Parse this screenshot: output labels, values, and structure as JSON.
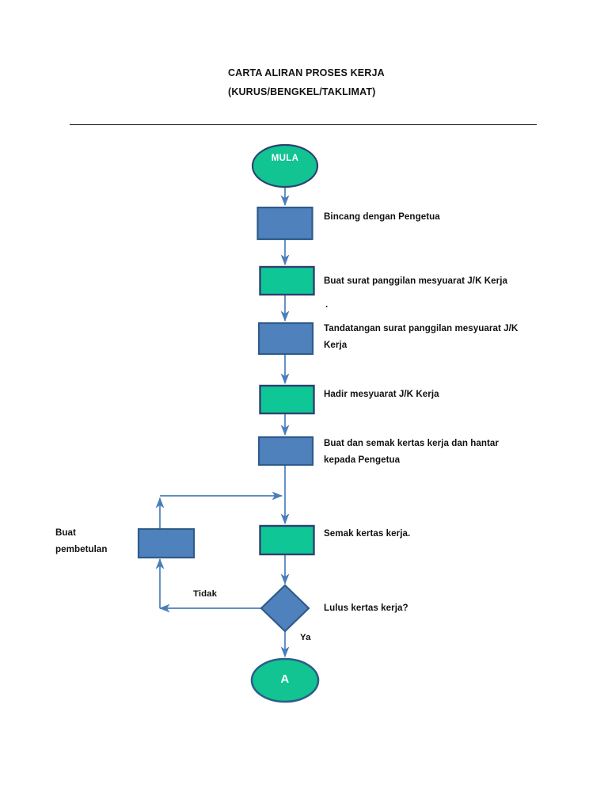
{
  "document": {
    "title_lines": [
      "CARTA ALIRAN PROSES KERJA",
      "(KURUS/BENGKEL/TAKLIMAT)"
    ],
    "divider": "horizontal-rule"
  },
  "colors": {
    "green_fill": "#0FC796",
    "green_border": "#2E4172",
    "blue_fill": "#4F81BD",
    "blue_border": "#2E5C8A",
    "connector": "#4A7EBB",
    "text": "#111111",
    "node_text": "#FFFFFF",
    "rule": "#0A0A0A",
    "background": "#FFFFFF"
  },
  "chart_data": {
    "type": "diagram",
    "title": "CARTA ALIRAN PROSES KERJA (KURUS/BENGKEL/TAKLIMAT)",
    "nodes": [
      {
        "id": "start",
        "shape": "ellipse",
        "text": "MULA",
        "fill": "green",
        "side_label": ""
      },
      {
        "id": "p1",
        "shape": "process",
        "text": "",
        "fill": "blue",
        "side_label": "Bincang dengan Pengetua"
      },
      {
        "id": "p2",
        "shape": "process",
        "text": "",
        "fill": "green",
        "side_label": "Buat surat panggilan mesyuarat J/K Kerja"
      },
      {
        "id": "p3",
        "shape": "process",
        "text": "",
        "fill": "blue",
        "side_label": "Tandatangan surat panggilan mesyuarat J/K Kerja"
      },
      {
        "id": "p4",
        "shape": "process",
        "text": "",
        "fill": "green",
        "side_label": "Hadir mesyuarat J/K Kerja"
      },
      {
        "id": "p5",
        "shape": "process",
        "text": "",
        "fill": "blue",
        "side_label": "Buat dan semak kertas kerja dan hantar kepada Pengetua"
      },
      {
        "id": "p6",
        "shape": "process",
        "text": "",
        "fill": "green",
        "side_label": "Semak kertas kerja."
      },
      {
        "id": "fix",
        "shape": "process",
        "text": "",
        "fill": "blue",
        "side_label": "Buat pembetulan"
      },
      {
        "id": "decide",
        "shape": "diamond",
        "text": "",
        "fill": "blue",
        "side_label": "Lulus kertas kerja?"
      },
      {
        "id": "endA",
        "shape": "ellipse",
        "text": "A",
        "fill": "green",
        "side_label": ""
      }
    ],
    "edges": [
      {
        "from": "start",
        "to": "p1",
        "label": ""
      },
      {
        "from": "p1",
        "to": "p2",
        "label": ""
      },
      {
        "from": "p2",
        "to": "p3",
        "label": ""
      },
      {
        "from": "p3",
        "to": "p4",
        "label": ""
      },
      {
        "from": "p4",
        "to": "p5",
        "label": ""
      },
      {
        "from": "p5",
        "to": "p6",
        "label": ""
      },
      {
        "from": "p6",
        "to": "decide",
        "label": ""
      },
      {
        "from": "decide",
        "to": "fix",
        "label": "Tidak"
      },
      {
        "from": "fix",
        "to": "p6",
        "label": ""
      },
      {
        "from": "decide",
        "to": "endA",
        "label": "Ya"
      }
    ],
    "stray_marks": [
      "."
    ]
  },
  "nodes": {
    "start_text": "MULA",
    "end_text": "A",
    "label_1": "Bincang dengan Pengetua",
    "label_2": "Buat surat panggilan mesyuarat J/K Kerja",
    "label_3_line1": "Tandatangan surat panggilan mesyuarat J/K",
    "label_3_line2": "Kerja",
    "label_4": "Hadir mesyuarat J/K Kerja",
    "label_5_line1": "Buat dan semak kertas kerja dan hantar",
    "label_5_line2": "kepada Pengetua",
    "label_6": "Semak kertas kerja.",
    "label_fix_line1": "Buat",
    "label_fix_line2": "pembetulan",
    "label_decision": "Lulus kertas kerja?",
    "stray_dot": "."
  },
  "edge_labels": {
    "no": "Tidak",
    "yes": "Ya"
  }
}
